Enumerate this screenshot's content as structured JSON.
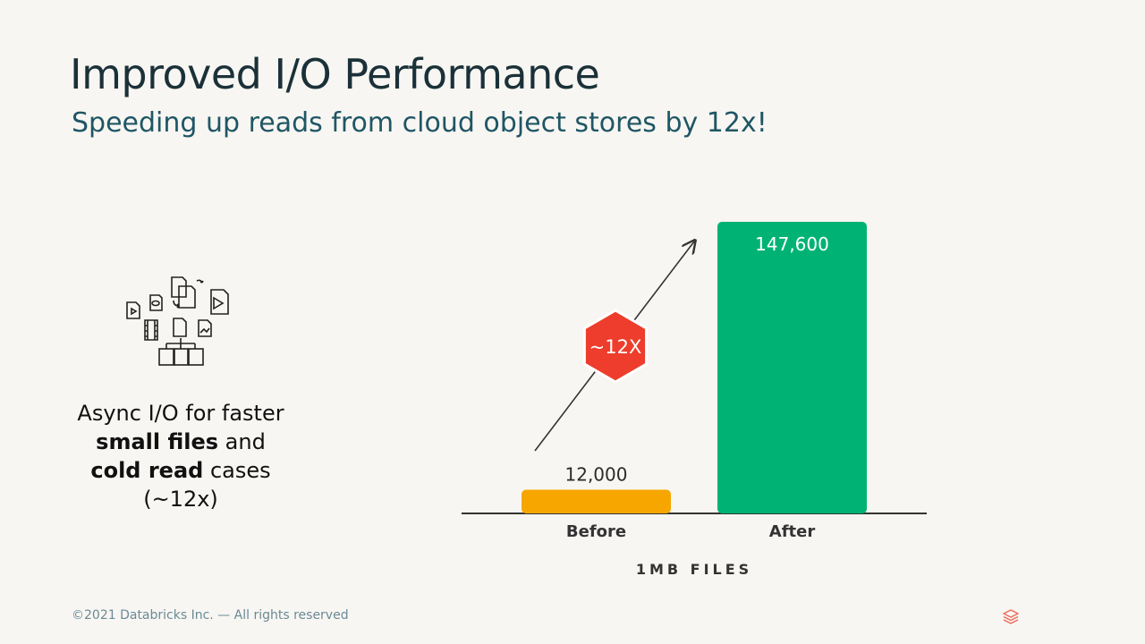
{
  "slide": {
    "title": "Improved I/O Performance",
    "subtitle": "Speeding up reads from cloud object stores by 12x!",
    "description": {
      "line1": "Async I/O for faster",
      "line2_bold": "small files",
      "line2_rest": " and",
      "line3_bold": "cold read",
      "line3_rest": " cases",
      "line4": "(~12x)"
    },
    "footer": "©2021 Databricks Inc. — All rights reserved",
    "icons": {
      "files": "files-hierarchy-icon",
      "logo": "databricks-logo-icon"
    }
  },
  "chart_data": {
    "type": "bar",
    "categories": [
      "Before",
      "After"
    ],
    "values": [
      12000,
      147600
    ],
    "value_labels": [
      "12,000",
      "147,600"
    ],
    "xlabel": "1MB FILES",
    "ylabel": "",
    "annotation": "~12X",
    "colors": {
      "before": "#f7a600",
      "after": "#00b374",
      "badge": "#ee3d2c",
      "axis": "#333333"
    }
  }
}
